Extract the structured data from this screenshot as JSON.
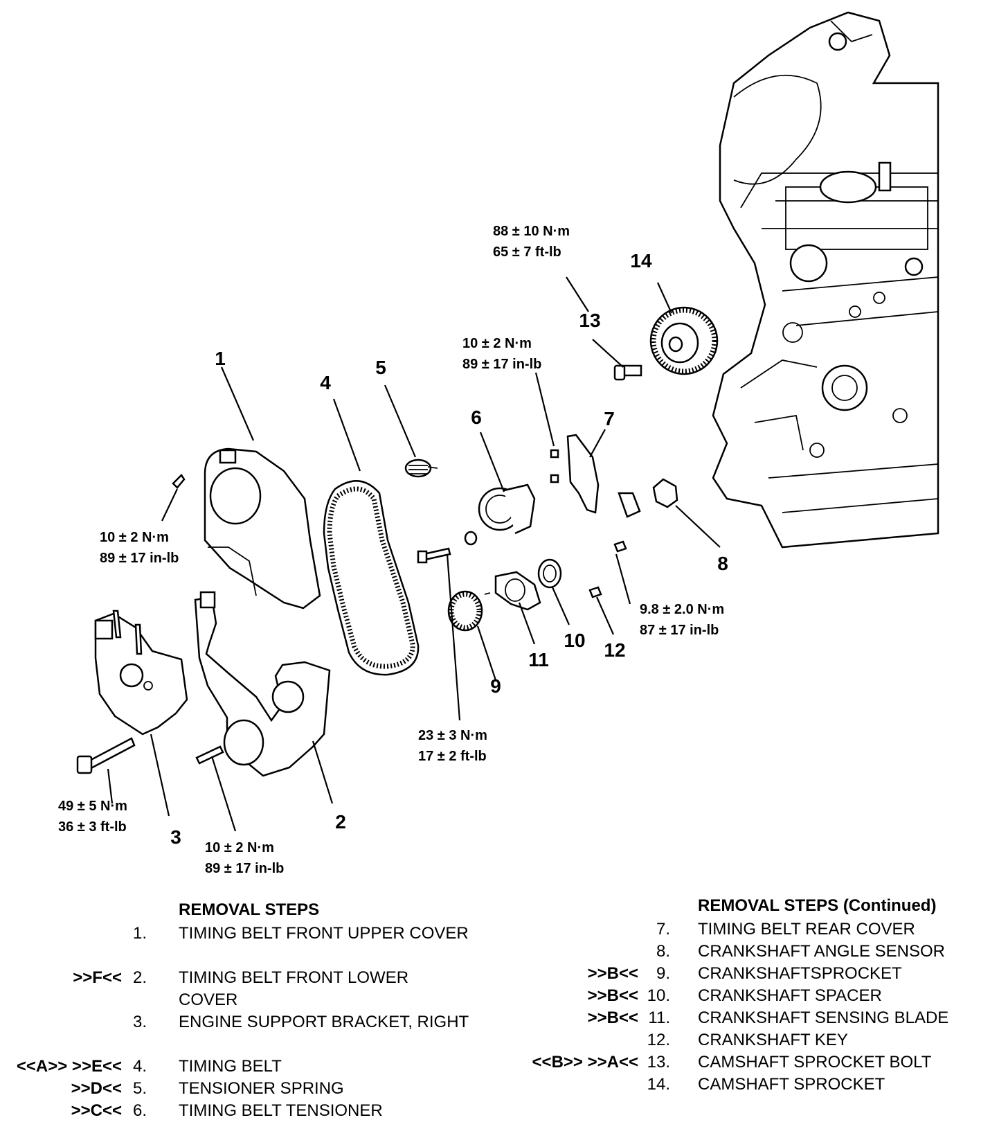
{
  "callouts": [
    "1",
    "2",
    "3",
    "4",
    "5",
    "6",
    "7",
    "8",
    "9",
    "10",
    "11",
    "12",
    "13",
    "14"
  ],
  "torque_specs": {
    "t13": {
      "line1": "88 ± 10 N·m",
      "line2": "65 ± 7 ft-lb"
    },
    "t7": {
      "line1": "10 ± 2 N·m",
      "line2": "89 ± 17 in-lb"
    },
    "t1": {
      "line1": "10 ± 2 N·m",
      "line2": "89 ± 17 in-lb"
    },
    "t8": {
      "line1": "9.8 ± 2.0 N·m",
      "line2": "87 ± 17 in-lb"
    },
    "t6": {
      "line1": "23 ± 3 N·m",
      "line2": "17 ± 2 ft-lb"
    },
    "t3": {
      "line1": "49 ± 5 N·m",
      "line2": "36 ± 3 ft-lb"
    },
    "t2": {
      "line1": "10 ± 2 N·m",
      "line2": "89 ± 17 in-lb"
    }
  },
  "removal_steps": {
    "heading": "REMOVAL STEPS",
    "heading_continued": "REMOVAL STEPS (Continued)",
    "items": [
      {
        "code": "",
        "num": "1.",
        "text": "TIMING BELT FRONT UPPER COVER"
      },
      {
        "code": ">>F<<",
        "num": "2.",
        "text": "TIMING BELT FRONT LOWER COVER"
      },
      {
        "code": "",
        "num": "3.",
        "text": "ENGINE SUPPORT BRACKET, RIGHT"
      },
      {
        "code": "<<A>> >>E<<",
        "num": "4.",
        "text": "TIMING BELT"
      },
      {
        "code": ">>D<<",
        "num": "5.",
        "text": "TENSIONER SPRING"
      },
      {
        "code": ">>C<<",
        "num": "6.",
        "text": "TIMING BELT TENSIONER"
      },
      {
        "code": "",
        "num": "7.",
        "text": "TIMING BELT REAR COVER"
      },
      {
        "code": "",
        "num": "8.",
        "text": "CRANKSHAFT ANGLE SENSOR"
      },
      {
        "code": ">>B<<",
        "num": "9.",
        "text": "CRANKSHAFTSPROCKET"
      },
      {
        "code": ">>B<<",
        "num": "10.",
        "text": "CRANKSHAFT SPACER"
      },
      {
        "code": ">>B<<",
        "num": "11.",
        "text": "CRANKSHAFT SENSING BLADE"
      },
      {
        "code": "",
        "num": "12.",
        "text": "CRANKSHAFT KEY"
      },
      {
        "code": "<<B>> >>A<<",
        "num": "13.",
        "text": "CAMSHAFT SPROCKET BOLT"
      },
      {
        "code": "",
        "num": "14.",
        "text": "CAMSHAFT SPROCKET"
      }
    ]
  }
}
